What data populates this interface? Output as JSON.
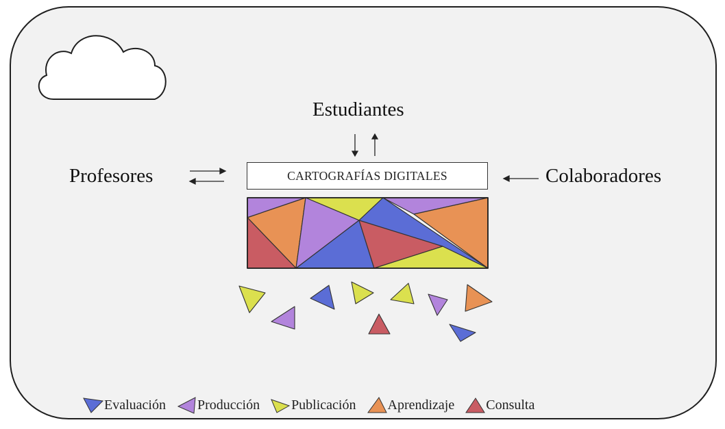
{
  "diagram": {
    "title": "CARTOGRAFÍAS DIGITALES",
    "actors": {
      "top": "Estudiantes",
      "left": "Profesores",
      "right": "Colaboradores"
    },
    "cloud_icon": "cloud-outline"
  },
  "legend": [
    {
      "label": "Evaluación",
      "color": "#5b6dd6",
      "icon": "triangle-down"
    },
    {
      "label": "Producción",
      "color": "#b284dc",
      "icon": "triangle-left"
    },
    {
      "label": "Publicación",
      "color": "#dbe04e",
      "icon": "triangle-right"
    },
    {
      "label": "Aprendizaje",
      "color": "#e89255",
      "icon": "triangle-up"
    },
    {
      "label": "Consulta",
      "color": "#c95c63",
      "icon": "triangle-up"
    }
  ],
  "colors": {
    "evaluacion": "#5b6dd6",
    "produccion": "#b284dc",
    "publicacion": "#dbe04e",
    "aprendizaje": "#e89255",
    "consulta": "#c95c63",
    "background": "#f2f2f2",
    "outline": "#1f1f1f"
  }
}
